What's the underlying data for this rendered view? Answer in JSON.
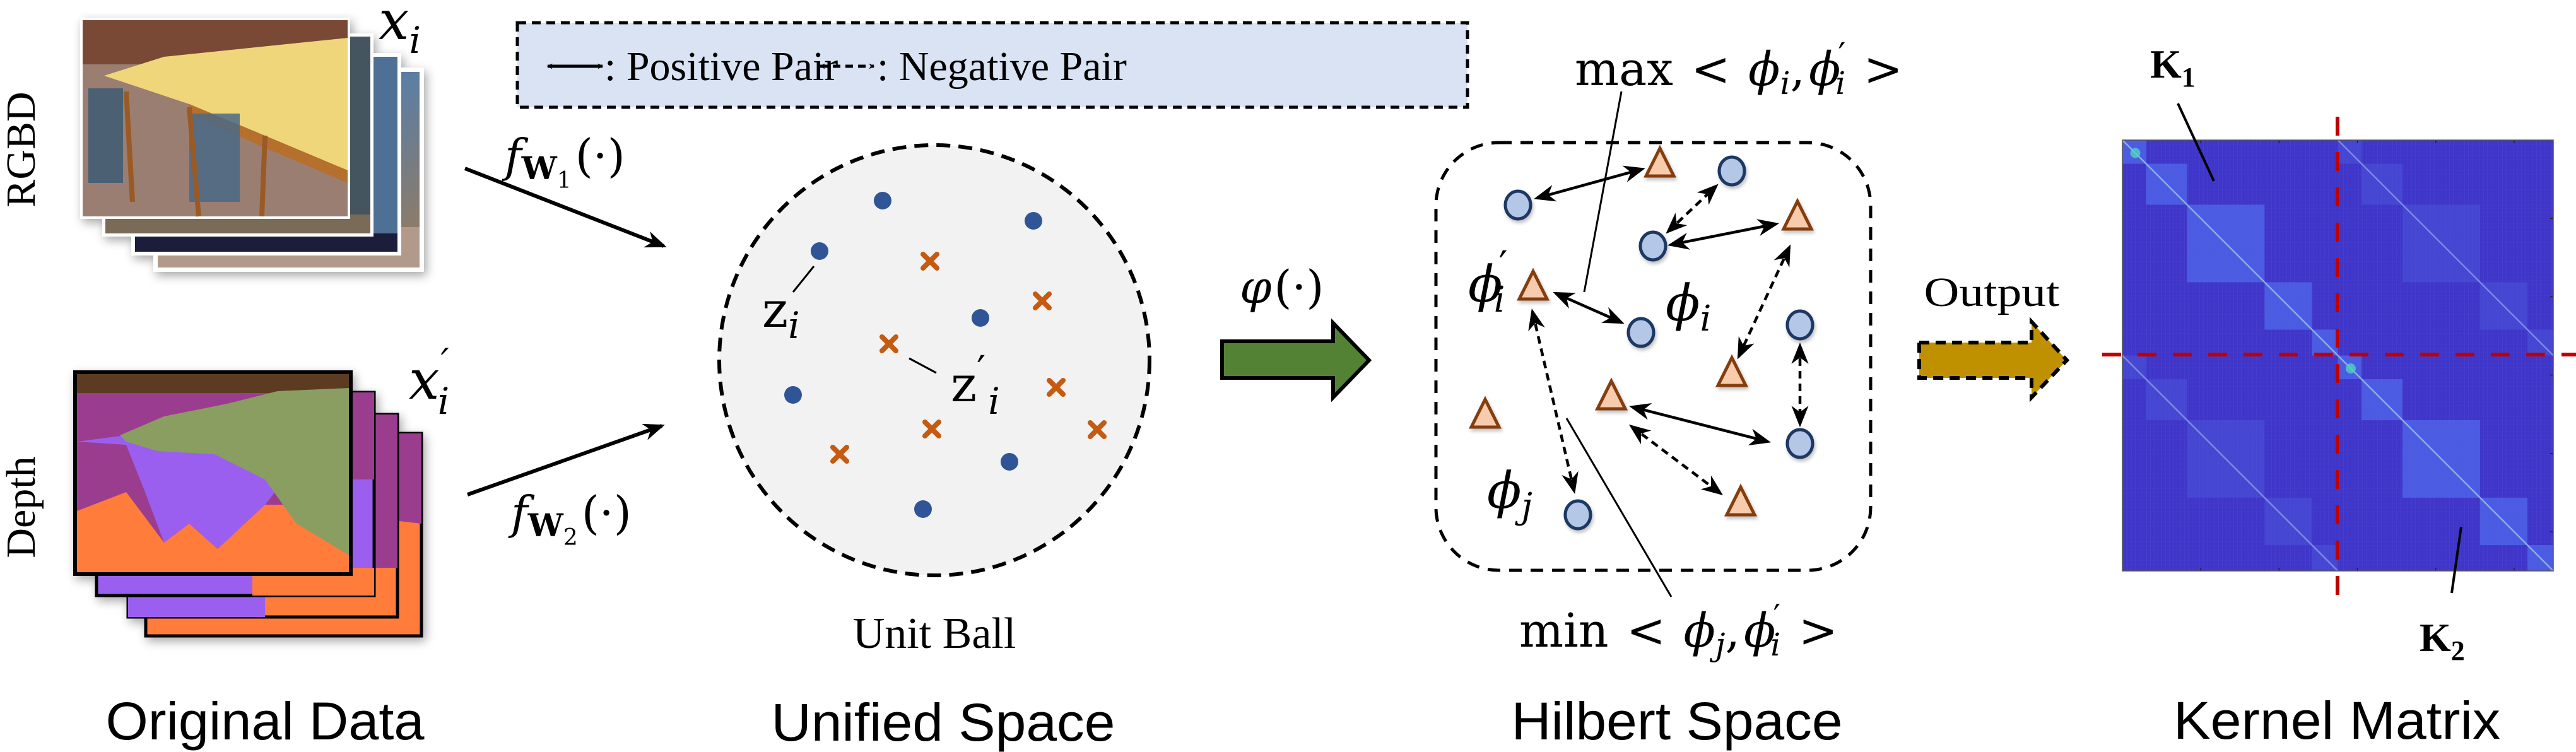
{
  "figure": {
    "stage_captions": [
      "Original Data",
      "Unified Space",
      "Hilbert Space",
      "Kernel Matrix"
    ],
    "modalities": {
      "rgbd": {
        "label": "RGBD",
        "sample": "x",
        "sample_sub": "i",
        "prime": ""
      },
      "depth": {
        "label": "Depth",
        "sample": "x",
        "sample_sub": "i",
        "prime": "′"
      }
    },
    "encoders": {
      "f1": {
        "f": "f",
        "w": "W",
        "sub": "1",
        "arg": "(·)"
      },
      "f2": {
        "f": "f",
        "w": "W",
        "sub": "2",
        "arg": "(·)"
      }
    },
    "legend": {
      "positive_label": ": Positive Pair",
      "negative_label": ":  Negative Pair"
    },
    "unified_space": {
      "ball_label": "Unit Ball",
      "zi": {
        "z": "z",
        "sub": "i"
      },
      "zpi": {
        "z": "z",
        "prime": "′",
        "sub": "i"
      },
      "colors": {
        "dot": "#2f5597",
        "cross": "#c55a11",
        "fill": "#f2f2f2"
      }
    },
    "mapping": {
      "symbol": "φ",
      "arg": "(·)",
      "arrow_color": "#548235"
    },
    "hilbert_space": {
      "max_prefix": "max",
      "min_prefix": "min",
      "phi": "ϕ",
      "sub_i": "i",
      "sub_j": "j",
      "prime": "′",
      "lt": "<",
      "gt": ">",
      "comma": ",",
      "colors": {
        "circle_fill": "#b4c7e7",
        "circle_stroke": "#1f3864",
        "triangle_fill": "#f8cbad",
        "triangle_stroke": "#843c0c"
      }
    },
    "output": {
      "label": "Output",
      "arrow_color": "#bf9000"
    },
    "kernel": {
      "k1": {
        "k": "K",
        "sub": "1"
      },
      "k2": {
        "k": "K",
        "sub": "2"
      },
      "base_color": "#3f36c9",
      "divider_color": "#c00000"
    }
  }
}
